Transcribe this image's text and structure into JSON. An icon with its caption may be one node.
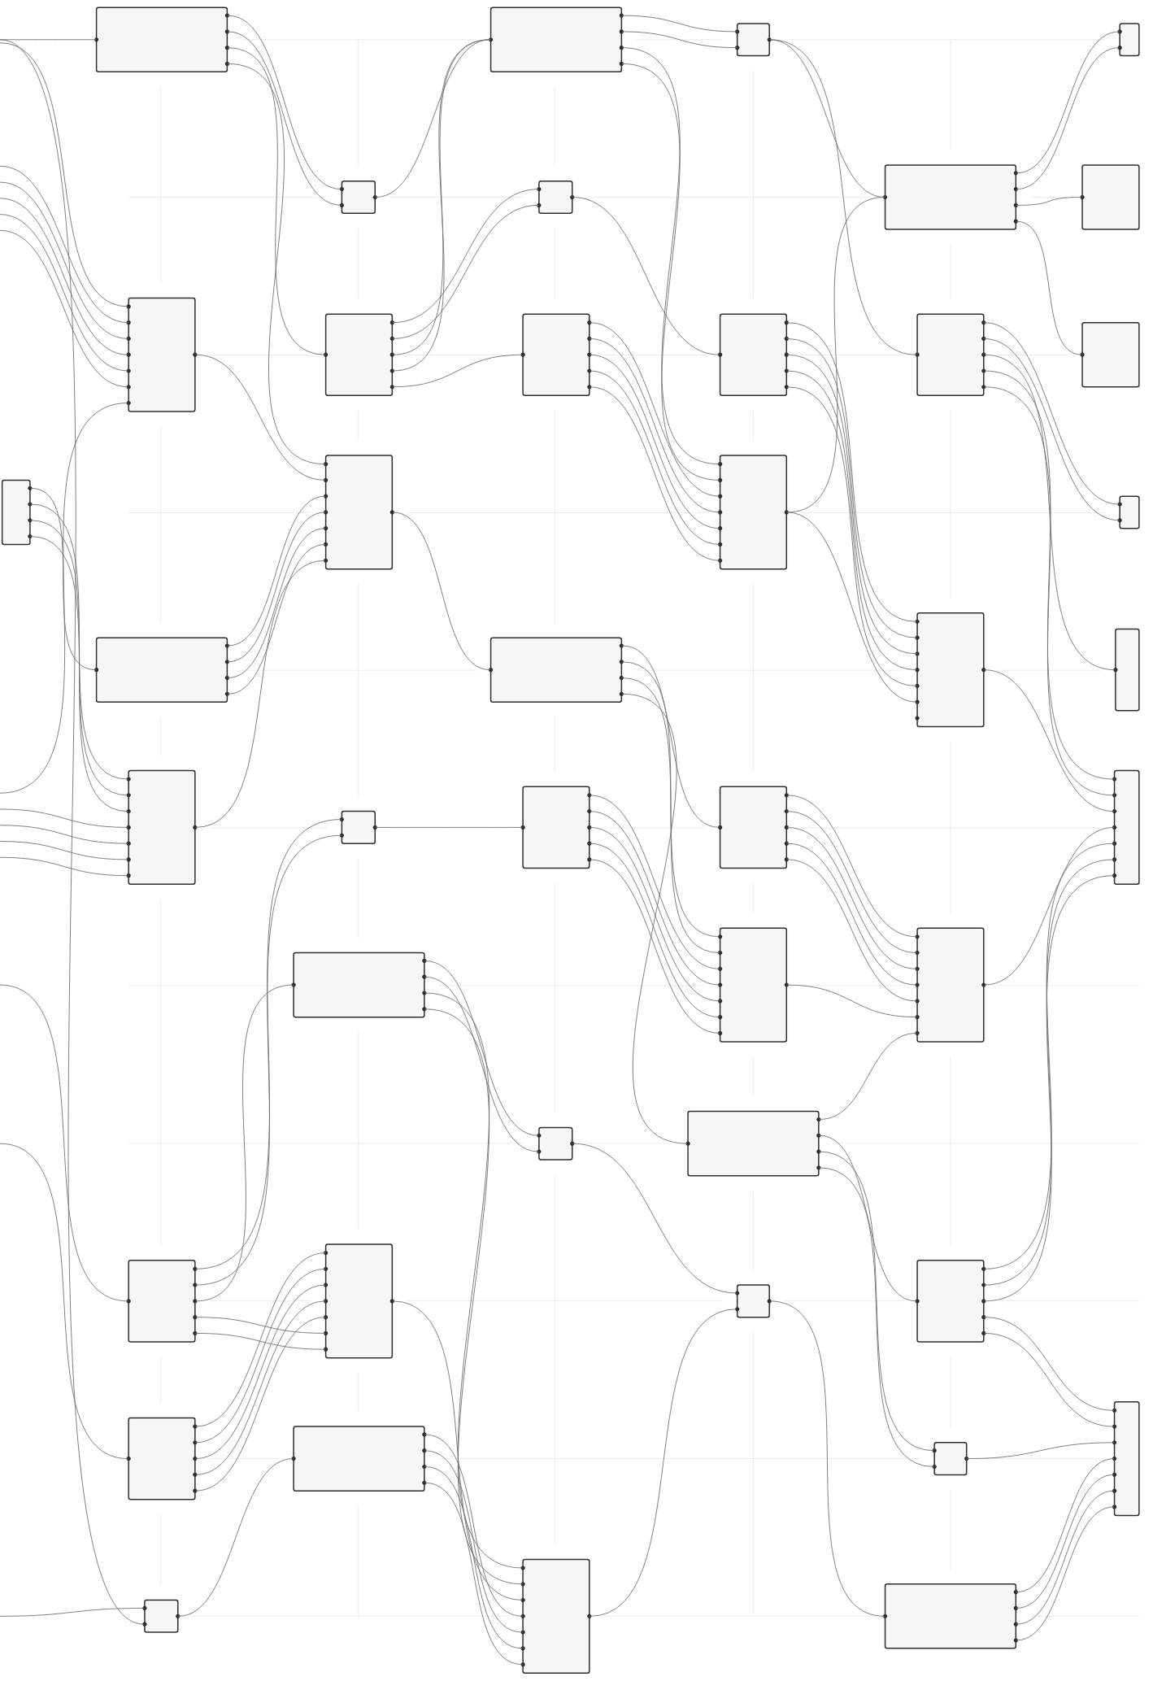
{
  "diagram": {
    "nodes": [
      {
        "text": [],
        "shape": "box"
      },
      {
        "text": [],
        "shape": "box"
      },
      {
        "text": [],
        "shape": "box"
      },
      {
        "text": [],
        "shape": "box"
      },
      {
        "text": [],
        "shape": "box"
      },
      {
        "text": [],
        "shape": "box"
      },
      {
        "text": [],
        "shape": "box"
      },
      {
        "text": [],
        "shape": "box"
      },
      {
        "text": [],
        "shape": "box"
      },
      {
        "text": [],
        "shape": "box"
      },
      {
        "text": [],
        "shape": "box"
      },
      {
        "text": [],
        "shape": "box"
      },
      {
        "text": [],
        "shape": "box"
      },
      {
        "text": [],
        "shape": "box"
      },
      {
        "text": [],
        "shape": "box"
      },
      {
        "text": [],
        "shape": "box"
      },
      {
        "text": [],
        "shape": "box"
      },
      {
        "text": [],
        "shape": "box"
      },
      {
        "text": [],
        "shape": "box"
      },
      {
        "text": [],
        "shape": "box"
      },
      {
        "text": [],
        "shape": "box"
      },
      {
        "text": [],
        "shape": "box"
      },
      {
        "text": [],
        "shape": "box"
      },
      {
        "text": [],
        "shape": "box"
      },
      {
        "text": [],
        "shape": "box"
      },
      {
        "text": [],
        "shape": "box"
      },
      {
        "text": [],
        "shape": "box"
      },
      {
        "text": [],
        "shape": "box"
      },
      {
        "text": [],
        "shape": "box"
      },
      {
        "text": [],
        "shape": "box"
      },
      {
        "text": [],
        "shape": "box"
      },
      {
        "text": [],
        "shape": "box"
      },
      {
        "text": [],
        "shape": "box"
      },
      {
        "text": [],
        "shape": "box"
      },
      {
        "text": [],
        "shape": "box"
      },
      {
        "text": [],
        "shape": "box"
      },
      {
        "text": [],
        "shape": "box"
      },
      {
        "text": [],
        "shape": "box"
      },
      {
        "text": [],
        "shape": "box"
      },
      {
        "text": [],
        "shape": "box"
      },
      {
        "text": [],
        "shape": "box"
      },
      {
        "text": [],
        "shape": "box"
      },
      {
        "text": [],
        "shape": "box"
      }
    ],
    "edges": [
      {
        "from": null,
        "to": 0,
        "arrow": "none"
      },
      {
        "from": null,
        "to": 8,
        "arrow": "none"
      },
      {
        "from": null,
        "to": 8,
        "arrow": "none"
      },
      {
        "from": null,
        "to": 8,
        "arrow": "none"
      },
      {
        "from": null,
        "to": 8,
        "arrow": "none"
      },
      {
        "from": null,
        "to": 8,
        "arrow": "none"
      },
      {
        "from": null,
        "to": 8,
        "arrow": "none"
      },
      {
        "from": null,
        "to": 8,
        "arrow": "none"
      },
      {
        "from": 0,
        "to": 4,
        "arrow": "none"
      },
      {
        "from": 0,
        "to": 4,
        "arrow": "none"
      },
      {
        "from": 0,
        "to": 9,
        "arrow": "none"
      },
      {
        "from": 0,
        "to": 15,
        "arrow": "none"
      },
      {
        "from": 4,
        "to": 1,
        "arrow": "none"
      },
      {
        "from": 9,
        "to": 5,
        "arrow": "none"
      },
      {
        "from": 9,
        "to": 5,
        "arrow": "none"
      },
      {
        "from": 9,
        "to": 1,
        "arrow": "none"
      },
      {
        "from": 9,
        "to": 1,
        "arrow": "none"
      },
      {
        "from": 9,
        "to": 10,
        "arrow": "none"
      },
      {
        "from": 1,
        "to": 2,
        "arrow": "none"
      },
      {
        "from": 1,
        "to": 2,
        "arrow": "none"
      },
      {
        "from": 1,
        "to": 16,
        "arrow": "none"
      },
      {
        "from": 1,
        "to": 16,
        "arrow": "none"
      },
      {
        "from": 2,
        "to": 6,
        "arrow": "none"
      },
      {
        "from": 2,
        "to": 12,
        "arrow": "none"
      },
      {
        "from": 16,
        "to": 6,
        "arrow": "none"
      },
      {
        "from": 5,
        "to": 11,
        "arrow": "none"
      },
      {
        "from": 6,
        "to": 3,
        "arrow": "none"
      },
      {
        "from": 6,
        "to": 3,
        "arrow": "none"
      },
      {
        "from": 6,
        "to": 7,
        "arrow": "none"
      },
      {
        "from": 6,
        "to": 13,
        "arrow": "none"
      },
      {
        "from": 10,
        "to": 16,
        "arrow": "none"
      },
      {
        "from": 10,
        "to": 16,
        "arrow": "none"
      },
      {
        "from": 10,
        "to": 16,
        "arrow": "none"
      },
      {
        "from": 10,
        "to": 16,
        "arrow": "none"
      },
      {
        "from": 10,
        "to": 16,
        "arrow": "none"
      },
      {
        "from": 11,
        "to": 20,
        "arrow": "none"
      },
      {
        "from": 11,
        "to": 20,
        "arrow": "none"
      },
      {
        "from": 11,
        "to": 20,
        "arrow": "none"
      },
      {
        "from": 11,
        "to": 20,
        "arrow": "none"
      },
      {
        "from": 11,
        "to": 20,
        "arrow": "none"
      },
      {
        "from": 12,
        "to": 17,
        "arrow": "none"
      },
      {
        "from": 12,
        "to": 17,
        "arrow": "none"
      },
      {
        "from": 12,
        "to": 21,
        "arrow": "none"
      },
      {
        "from": 12,
        "to": 26,
        "arrow": "none"
      },
      {
        "from": 12,
        "to": 26,
        "arrow": "none"
      },
      {
        "from": 8,
        "to": 15,
        "arrow": "none"
      },
      {
        "from": 14,
        "to": 18,
        "arrow": "none"
      },
      {
        "from": 14,
        "to": 22,
        "arrow": "none"
      },
      {
        "from": 14,
        "to": 22,
        "arrow": "none"
      },
      {
        "from": 14,
        "to": 22,
        "arrow": "none"
      },
      {
        "from": null,
        "to": 22,
        "arrow": "none"
      },
      {
        "from": null,
        "to": 22,
        "arrow": "none"
      },
      {
        "from": null,
        "to": 22,
        "arrow": "none"
      },
      {
        "from": null,
        "to": 22,
        "arrow": "none"
      },
      {
        "from": 18,
        "to": 15,
        "arrow": "none"
      },
      {
        "from": 18,
        "to": 15,
        "arrow": "none"
      },
      {
        "from": 18,
        "to": 15,
        "arrow": "none"
      },
      {
        "from": 18,
        "to": 15,
        "arrow": "none"
      },
      {
        "from": 22,
        "to": 15,
        "arrow": "none"
      },
      {
        "from": 15,
        "to": 19,
        "arrow": "none"
      },
      {
        "from": 19,
        "to": 25,
        "arrow": "none"
      },
      {
        "from": 19,
        "to": 28,
        "arrow": "none"
      },
      {
        "from": 19,
        "to": 28,
        "arrow": "none"
      },
      {
        "from": 19,
        "to": 31,
        "arrow": "none"
      },
      {
        "from": 16,
        "to": 20,
        "arrow": "none"
      },
      {
        "from": 20,
        "to": 26,
        "arrow": "none"
      },
      {
        "from": 23,
        "to": 24,
        "arrow": "none"
      },
      {
        "from": 32,
        "to": 23,
        "arrow": "none"
      },
      {
        "from": 32,
        "to": 23,
        "arrow": "none"
      },
      {
        "from": 24,
        "to": 28,
        "arrow": "none"
      },
      {
        "from": 24,
        "to": 28,
        "arrow": "none"
      },
      {
        "from": 24,
        "to": 28,
        "arrow": "none"
      },
      {
        "from": 24,
        "to": 28,
        "arrow": "none"
      },
      {
        "from": 24,
        "to": 28,
        "arrow": "none"
      },
      {
        "from": 25,
        "to": 29,
        "arrow": "none"
      },
      {
        "from": 25,
        "to": 29,
        "arrow": "none"
      },
      {
        "from": 25,
        "to": 29,
        "arrow": "none"
      },
      {
        "from": 25,
        "to": 29,
        "arrow": "none"
      },
      {
        "from": 25,
        "to": 29,
        "arrow": "none"
      },
      {
        "from": 32,
        "to": 27,
        "arrow": "none"
      },
      {
        "from": 27,
        "to": 30,
        "arrow": "none"
      },
      {
        "from": 27,
        "to": 30,
        "arrow": "none"
      },
      {
        "from": 27,
        "to": 41,
        "arrow": "none"
      },
      {
        "from": 27,
        "to": 41,
        "arrow": "none"
      },
      {
        "from": 28,
        "to": 29,
        "arrow": "none"
      },
      {
        "from": 31,
        "to": 29,
        "arrow": "none"
      },
      {
        "from": 29,
        "to": 26,
        "arrow": "none"
      },
      {
        "from": 31,
        "to": 35,
        "arrow": "none"
      },
      {
        "from": 31,
        "to": 38,
        "arrow": "none"
      },
      {
        "from": 31,
        "to": 38,
        "arrow": "none"
      },
      {
        "from": 30,
        "to": 34,
        "arrow": "none"
      },
      {
        "from": 33,
        "to": 41,
        "arrow": "none"
      },
      {
        "from": 41,
        "to": 34,
        "arrow": "none"
      },
      {
        "from": 34,
        "to": 42,
        "arrow": "none"
      },
      {
        "from": 35,
        "to": 26,
        "arrow": "none"
      },
      {
        "from": 35,
        "to": 26,
        "arrow": "none"
      },
      {
        "from": 35,
        "to": 26,
        "arrow": "none"
      },
      {
        "from": 35,
        "to": 39,
        "arrow": "none"
      },
      {
        "from": 35,
        "to": 39,
        "arrow": "none"
      },
      {
        "from": null,
        "to": 32,
        "arrow": "none"
      },
      {
        "from": null,
        "to": 36,
        "arrow": "none"
      },
      {
        "from": null,
        "to": 40,
        "arrow": "none"
      },
      {
        "from": null,
        "to": 40,
        "arrow": "none"
      },
      {
        "from": 36,
        "to": 33,
        "arrow": "none"
      },
      {
        "from": 36,
        "to": 33,
        "arrow": "none"
      },
      {
        "from": 36,
        "to": 33,
        "arrow": "none"
      },
      {
        "from": 36,
        "to": 33,
        "arrow": "none"
      },
      {
        "from": 36,
        "to": 33,
        "arrow": "none"
      },
      {
        "from": 32,
        "to": 33,
        "arrow": "none"
      },
      {
        "from": 32,
        "to": 33,
        "arrow": "none"
      },
      {
        "from": 40,
        "to": 37,
        "arrow": "none"
      },
      {
        "from": 37,
        "to": 41,
        "arrow": "none"
      },
      {
        "from": 37,
        "to": 41,
        "arrow": "none"
      },
      {
        "from": 37,
        "to": 41,
        "arrow": "none"
      },
      {
        "from": 37,
        "to": 41,
        "arrow": "none"
      },
      {
        "from": 38,
        "to": 39,
        "arrow": "none"
      },
      {
        "from": 42,
        "to": 39,
        "arrow": "none"
      },
      {
        "from": 42,
        "to": 39,
        "arrow": "none"
      },
      {
        "from": 42,
        "to": 39,
        "arrow": "none"
      },
      {
        "from": 42,
        "to": 39,
        "arrow": "none"
      }
    ]
  }
}
